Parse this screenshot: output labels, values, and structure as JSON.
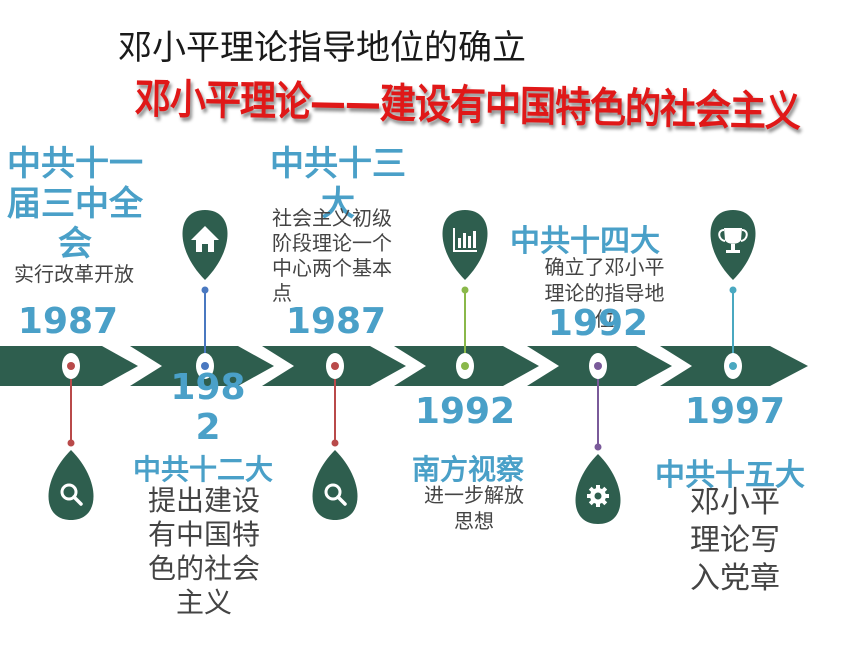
{
  "title": "邓小平理论指导地位的确立",
  "subtitle": "邓小平理论——建设有中国特色的社会主义",
  "events": [
    {
      "congress": "中共十一届三中全会",
      "note": "实行改革开放",
      "year": "1987",
      "icon": "search-icon"
    },
    {
      "congress": "中共十二大",
      "note": "提出建设有中国特色的社会主义",
      "year": "1982",
      "icon": "home-icon"
    },
    {
      "congress": "中共十三大",
      "note": "社会主义初级阶段理论一个中心两个基本点",
      "year": "1987",
      "icon": "search-icon"
    },
    {
      "congress": "南方视察",
      "note": "进一步解放思想",
      "year": "1992",
      "icon": "bar-chart-icon"
    },
    {
      "congress": "中共十四大",
      "note": "确立了邓小平理论的指导地位",
      "year": "1992",
      "icon": "gear-icon"
    },
    {
      "congress": "中共十五大",
      "note": "邓小平理论写入党章",
      "year": "1997",
      "icon": "trophy-icon"
    }
  ],
  "colors": {
    "arrow": "#2e5e4e",
    "accent_blue": "#4aa0c8",
    "title_red": "#e01818",
    "stem_red": "#b94a4a",
    "stem_blue": "#4a78c0",
    "stem_green": "#8ab84a",
    "stem_purple": "#7a5a9a",
    "stem_cyan": "#4aa8c0"
  }
}
